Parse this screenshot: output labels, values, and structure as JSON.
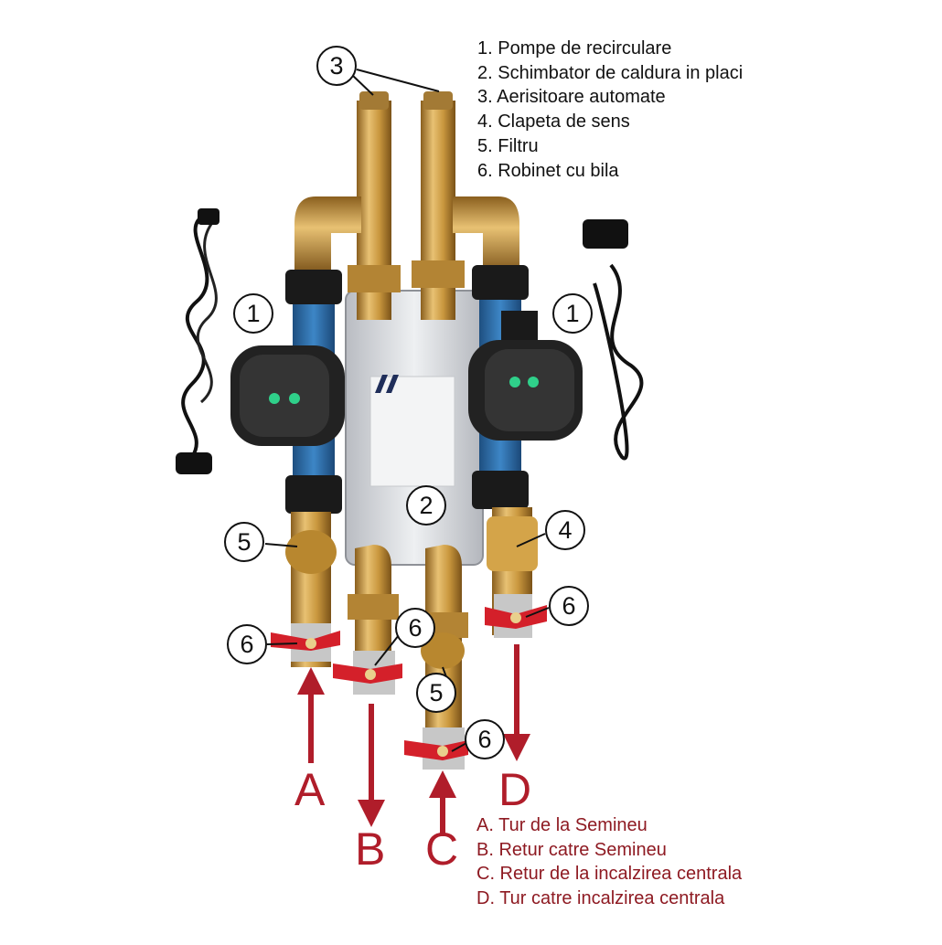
{
  "legend_components": [
    "1. Pompe de recirculare",
    "2. Schimbator de caldura in placi",
    "3. Aerisitoare automate",
    "4. Clapeta de sens",
    "5. Filtru",
    "6. Robinet cu bila"
  ],
  "legend_connections": [
    "A. Tur de la Semineu",
    "B. Retur catre Semineu",
    "C. Retur de la incalzirea centrala",
    "D. Tur catre incalzirea centrala"
  ],
  "callouts": {
    "air_vent": "3",
    "pump_left": "1",
    "pump_right": "1",
    "heat_exchanger": "2",
    "filter_left": "5",
    "check_valve": "4",
    "valve_left": "6",
    "valve_inner_left": "6",
    "valve_right": "6",
    "filter_center": "5",
    "valve_center": "6"
  },
  "flow_letters": {
    "a": "A",
    "b": "B",
    "c": "C",
    "d": "D"
  },
  "colors": {
    "brass": "#c9973e",
    "pump_blue": "#2f6fa8",
    "arrow_red": "#b01d2a",
    "valve_red": "#d4202a",
    "plate_steel": "#dcdde0"
  }
}
